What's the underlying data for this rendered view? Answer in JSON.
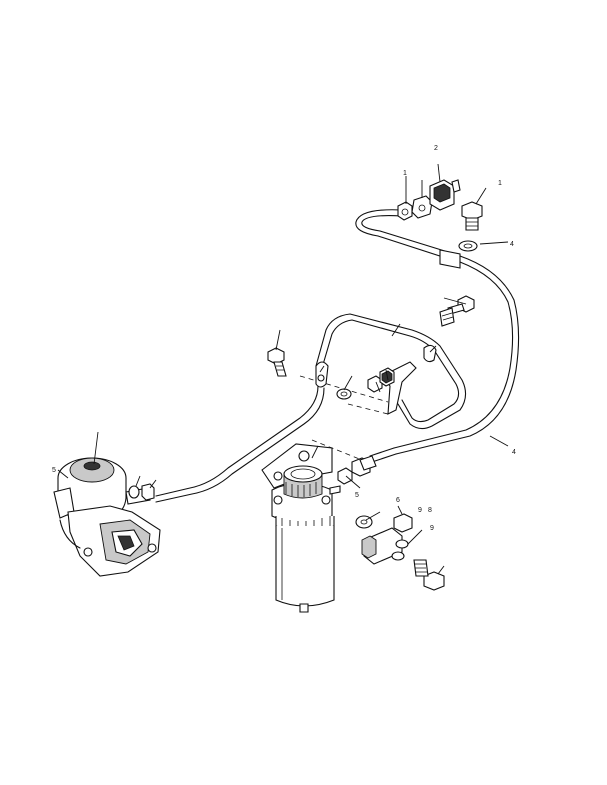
{
  "callouts": [
    "1",
    "1",
    "4",
    "2",
    "4",
    "5",
    "6",
    "8",
    "9",
    "5",
    "9"
  ]
}
